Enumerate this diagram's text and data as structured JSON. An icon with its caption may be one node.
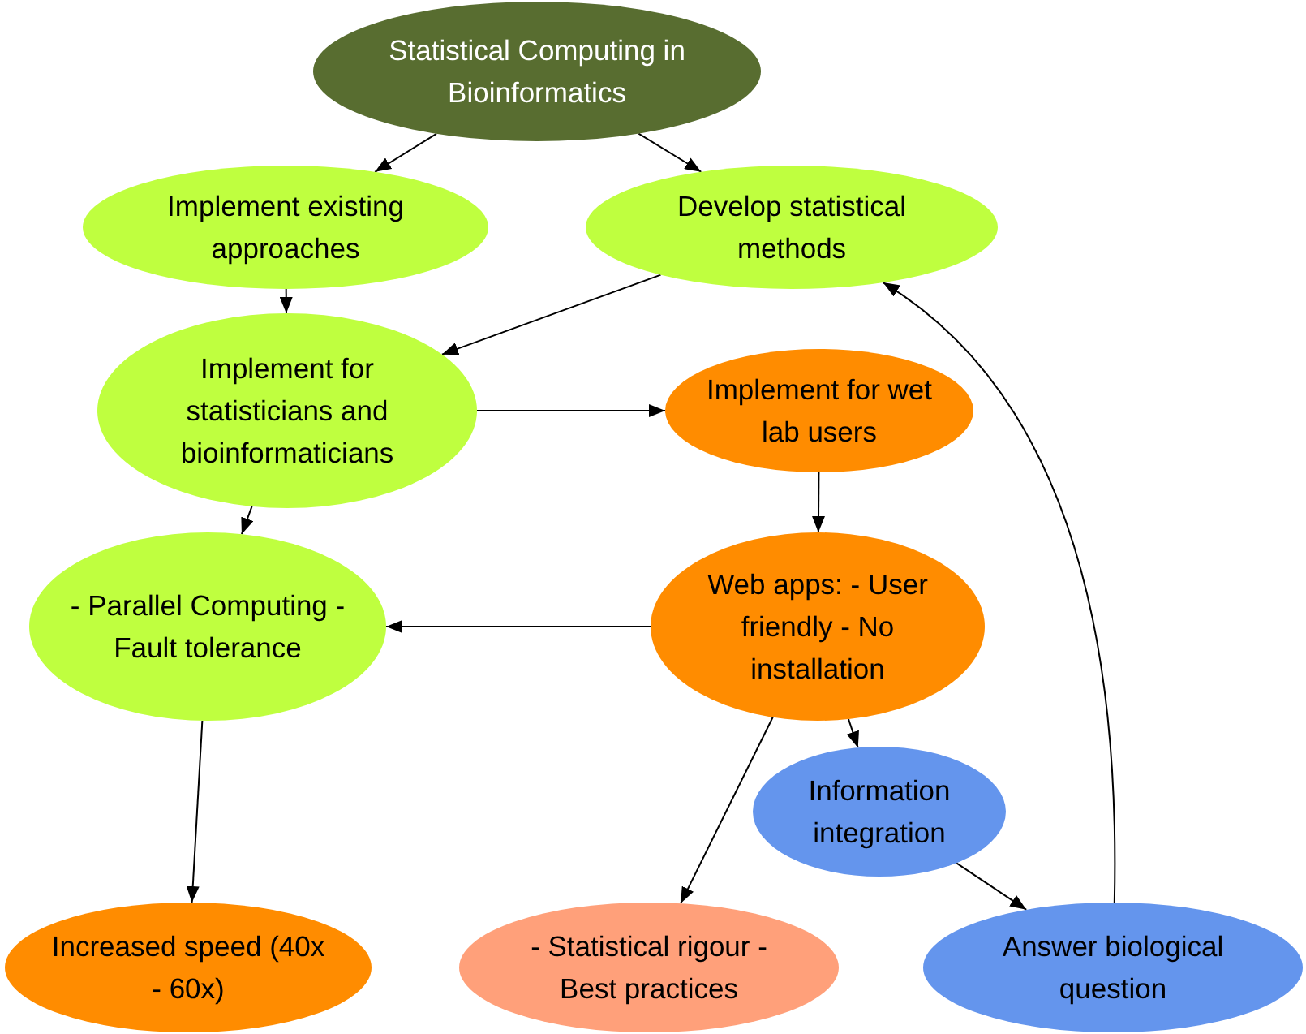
{
  "diagram": {
    "nodes": [
      {
        "text": [
          "Statistical Computing in Bioinformatics"
        ]
      },
      {
        "text": [
          "Implement existing approaches"
        ]
      },
      {
        "text": [
          "Develop statistical methods"
        ]
      },
      {
        "text": [
          "Implement for statisticians and bioinformaticians"
        ]
      },
      {
        "text": [
          "Implement for wet lab users"
        ]
      },
      {
        "text": [
          "- Parallel Computing - Fault tolerance"
        ]
      },
      {
        "text": [
          "Web apps: - User friendly - No installation"
        ]
      },
      {
        "text": [
          "Information integration"
        ]
      },
      {
        "text": [
          "Increased speed (40x - 60x)"
        ]
      },
      {
        "text": [
          "- Statistical rigour - Best practices"
        ]
      },
      {
        "text": [
          "Answer biological question"
        ]
      }
    ],
    "edges": [
      {
        "from": 0,
        "to": 1,
        "arrow": "to"
      },
      {
        "from": 0,
        "to": 2,
        "arrow": "to"
      },
      {
        "from": 1,
        "to": 3,
        "arrow": "to"
      },
      {
        "from": 2,
        "to": 3,
        "arrow": "to"
      },
      {
        "from": 3,
        "to": 4,
        "arrow": "to"
      },
      {
        "from": 3,
        "to": 5,
        "arrow": "to"
      },
      {
        "from": 4,
        "to": 6,
        "arrow": "to"
      },
      {
        "from": 6,
        "to": 5,
        "arrow": "to"
      },
      {
        "from": 6,
        "to": 7,
        "arrow": "to"
      },
      {
        "from": 6,
        "to": 9,
        "arrow": "to"
      },
      {
        "from": 7,
        "to": 10,
        "arrow": "to"
      },
      {
        "from": 10,
        "to": 2,
        "arrow": "to"
      },
      {
        "from": 5,
        "to": 8,
        "arrow": "to"
      }
    ]
  }
}
